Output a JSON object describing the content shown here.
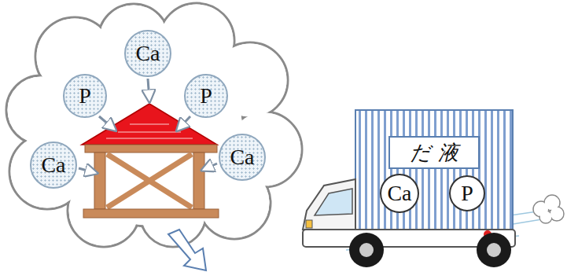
{
  "diagram": {
    "nodes": [
      {
        "text": [
          "Ca"
        ]
      },
      {
        "text": [
          "P"
        ]
      },
      {
        "text": [
          "P"
        ]
      },
      {
        "text": [
          "Ca"
        ]
      },
      {
        "text": [
          "Ca"
        ]
      },
      {
        "text": [
          "だ 液"
        ]
      },
      {
        "text": [
          "Ca"
        ]
      },
      {
        "text": [
          "P"
        ]
      }
    ]
  }
}
